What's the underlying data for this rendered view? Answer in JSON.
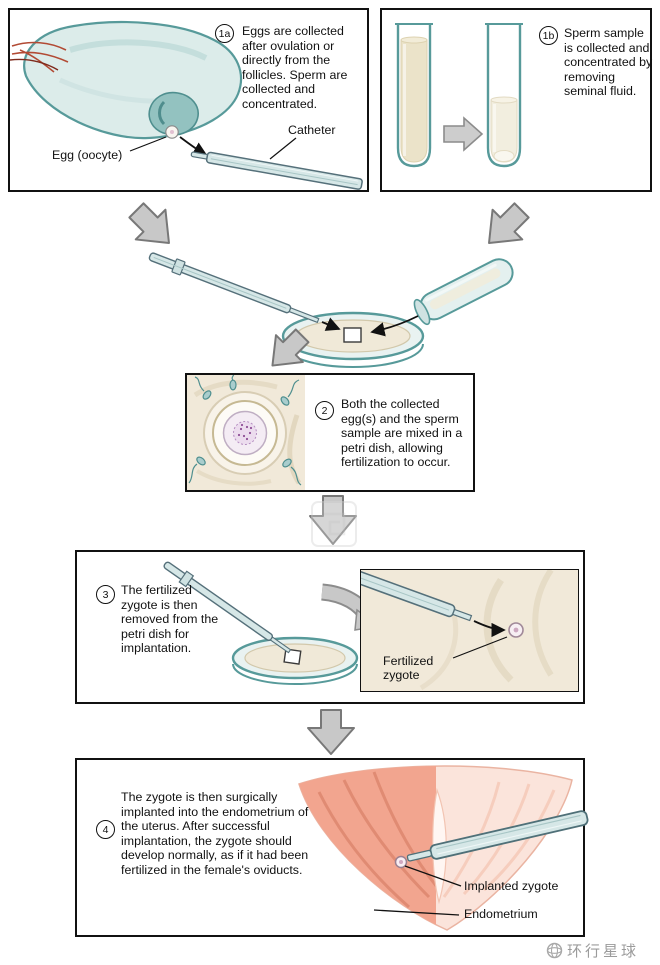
{
  "page": {
    "watermark_text": "环行星球"
  },
  "steps": {
    "s1a": {
      "badge": "1a",
      "text": "Eggs are collected after ovulation or directly from the follicles. Sperm are collected and concentrated.",
      "egg_label": "Egg (oocyte)",
      "catheter_label": "Catheter"
    },
    "s1b": {
      "badge": "1b",
      "text": "Sperm sample is collected and concentrated by removing seminal fluid."
    },
    "s2": {
      "badge": "2",
      "text": "Both the collected egg(s) and the sperm sample are mixed in a petri dish, allowing fertilization to occur."
    },
    "s3": {
      "badge": "3",
      "text": "The fertilized zygote is then removed from the petri dish for implantation.",
      "zygote_label": "Fertilized zygote"
    },
    "s4": {
      "badge": "4",
      "text": "The zygote is then surgically implanted into the endometrium of the uterus. After successful implantation, the zygote should develop normally, as if it had been fertilized in the female's oviducts.",
      "implanted_label": "Implanted zygote",
      "endometrium_label": "Endometrium"
    }
  },
  "colors": {
    "teal_outline": "#579a9a",
    "teal_fill": "#d6e7e7",
    "gray_arrow": "#c8c8c8",
    "gray_arrow_edge": "#787878",
    "beige_bg": "#f1e9d9",
    "uterus_dark": "#f2a58f",
    "uterus_light": "#fbe4db",
    "line_black": "#111111"
  }
}
